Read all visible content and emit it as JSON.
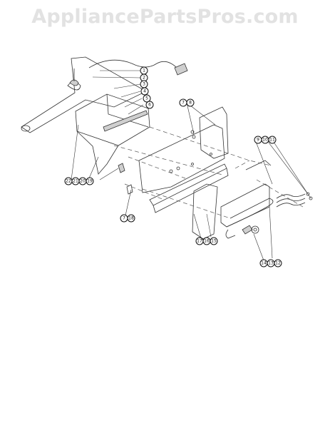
{
  "watermark": "AppliancePartsPros.com",
  "callouts": {
    "c1": "1",
    "c2": "2",
    "c3": "3",
    "c4": "4",
    "c5": "5",
    "c6": "6",
    "c7a": "7",
    "c8": "8",
    "c9": "9",
    "c10": "10",
    "c11": "11",
    "c22": "22",
    "c21": "21",
    "c20": "20",
    "c19": "19",
    "c7b": "7",
    "c18": "18",
    "c17": "17",
    "c16": "16",
    "c15": "15",
    "c14": "14",
    "c13": "13",
    "c12": "12"
  },
  "colors": {
    "line": "#333333",
    "watermark": "#e2e2e2"
  }
}
